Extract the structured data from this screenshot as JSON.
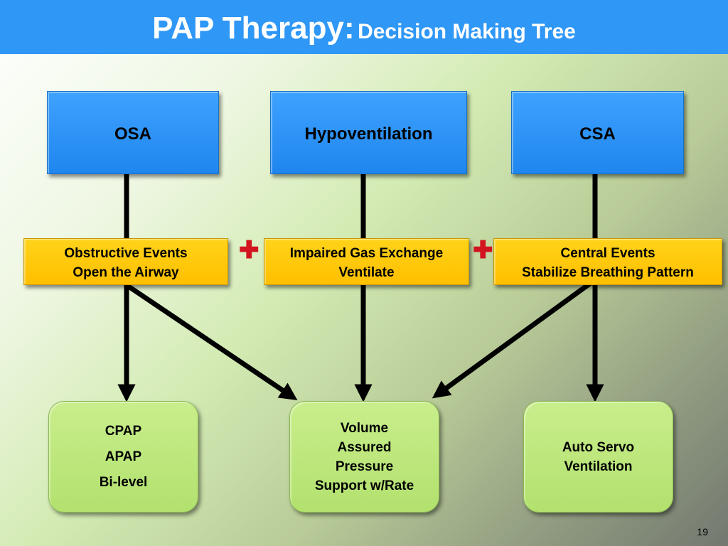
{
  "title": {
    "main": "PAP Therapy:",
    "sub": "Decision Making Tree"
  },
  "top_boxes": [
    {
      "label": "OSA"
    },
    {
      "label": "Hypoventilation"
    },
    {
      "label": "CSA"
    }
  ],
  "middle_boxes": [
    {
      "line1": "Obstructive Events",
      "line2": "Open the Airway"
    },
    {
      "line1": "Impaired Gas Exchange",
      "line2": "Ventilate"
    },
    {
      "line1": "Central Events",
      "line2": "Stabilize Breathing Pattern"
    }
  ],
  "plus_symbol": "✚",
  "bottom_boxes": [
    {
      "lines": [
        "CPAP",
        "APAP",
        "Bi-level"
      ]
    },
    {
      "lines": [
        "Volume",
        "Assured",
        "Pressure",
        "Support w/Rate"
      ]
    },
    {
      "lines": [
        "Auto Servo",
        "Ventilation"
      ]
    }
  ],
  "slide_number": "19",
  "colors": {
    "title_bar": "#2f97f5",
    "top_box": "#2a93fb",
    "middle_box": "#ffc800",
    "bottom_box": "#bde87c",
    "plus": "#d2141f",
    "arrow": "#000000"
  }
}
